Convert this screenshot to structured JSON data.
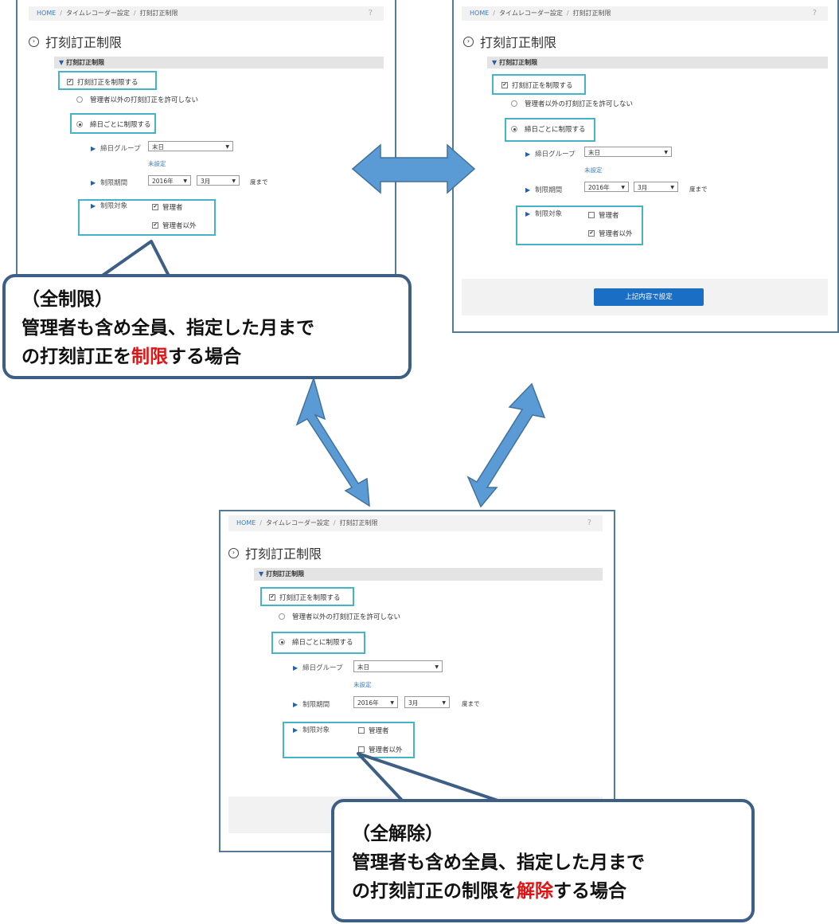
{
  "screens": {
    "breadcrumb": {
      "home": "HOME",
      "settings": "タイムレコーダー設定",
      "current": "打刻訂正制限",
      "help": "?"
    },
    "page_title": "打刻訂正制限",
    "section_title": "打刻訂正制限",
    "restrict_label": "打刻訂正を制限する",
    "no_non_admin_label": "管理者以外の打刻訂正を許可しない",
    "per_close_label": "締日ごとに制限する",
    "group_label": "締日グループ",
    "group_value": "末日",
    "unset_link": "未設定",
    "period_label": "制限期間",
    "year_value": "2016年",
    "month_value": "3月",
    "until_suffix": "度まで",
    "target_label": "制限対象",
    "admin_label": "管理者",
    "non_admin_label": "管理者以外",
    "submit_label": "上記内容で設定"
  },
  "checkbox_states": {
    "topleft": {
      "admin": true,
      "non_admin": true
    },
    "topright": {
      "admin": false,
      "non_admin": true
    },
    "bottom": {
      "admin": false,
      "non_admin": false
    }
  },
  "callouts": {
    "full_restrict": {
      "title": "（全制限）",
      "line1": "管理者も含め全員、指定した月まで",
      "line2_pre": "の打刻訂正を",
      "line2_red": "制限",
      "line2_post": "する場合"
    },
    "full_release": {
      "title": "（全解除）",
      "line1": "管理者も含め全員、指定した月まで",
      "line2_pre": "の打刻訂正の制限を",
      "line2_red": "解除",
      "line2_post": "する場合"
    }
  },
  "colors": {
    "arrow": "#5b9bd5",
    "highlight": "#46b3c9",
    "callout_border": "#3d5f85",
    "emphasis": "#e01414",
    "button": "#1a6fc4"
  }
}
